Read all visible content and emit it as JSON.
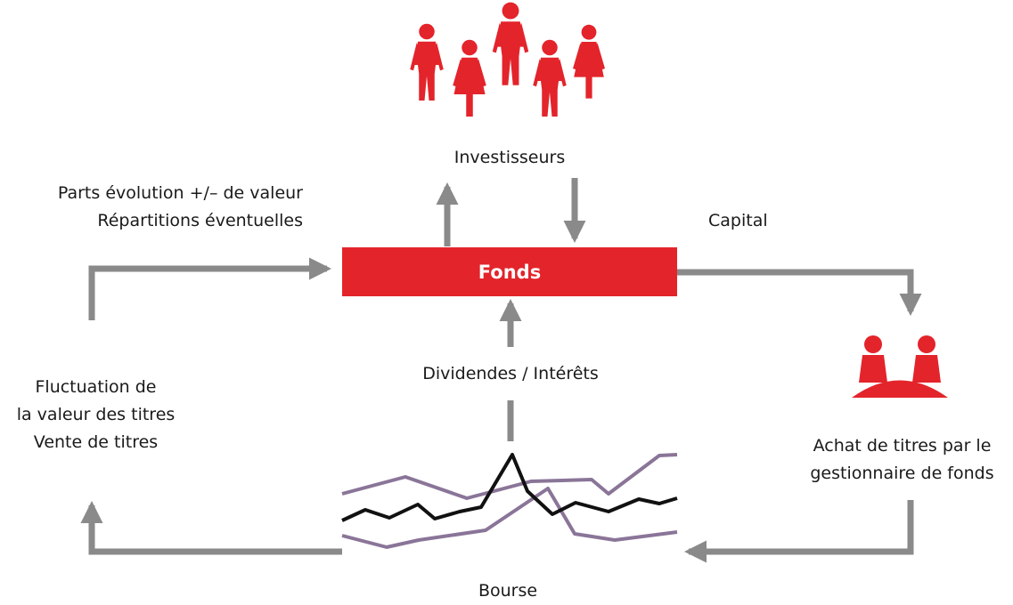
{
  "labels": {
    "investors": "Investisseurs",
    "parts_line1": "Parts évolution +/– de valeur",
    "parts_line2": "Répartitions éventuelles",
    "capital": "Capital",
    "fund": "Fonds",
    "dividends": "Dividendes / Intérêts",
    "fluctuation_line1": "Fluctuation de",
    "fluctuation_line2": "la valeur des titres",
    "fluctuation_line3": "Vente de titres",
    "purchase_line1": "Achat de titres par le",
    "purchase_line2": "gestionnaire de fonds",
    "stock_market": "Bourse"
  },
  "colors": {
    "accent_red": "#e3242b",
    "arrow_gray": "#8a8a8a",
    "market_line_purple": "#8a7598",
    "market_line_black": "#111111"
  },
  "icons": {
    "investors": "group-of-people-icon",
    "fund_managers": "two-managers-at-table-icon"
  }
}
